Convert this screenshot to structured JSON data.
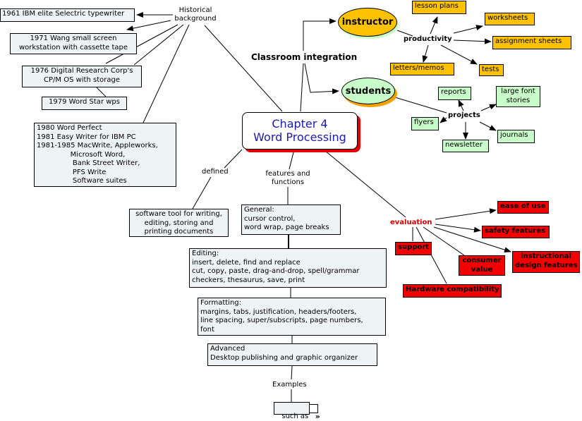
{
  "title": {
    "line1": "Chapter 4",
    "line2": "Word Processing"
  },
  "colors": {
    "instructor": "#fec200",
    "students": "#c8fcc8",
    "evaluation": "#f40000",
    "neutral_box": "#eef3f5",
    "title_text": "#1a1ab4"
  },
  "historical": {
    "label": "Historical\nbackground",
    "items": [
      "1961 IBM elite Selectric typewriter",
      "1971 Wang small screen\nworkstation with cassette tape",
      "1976 Digital Research Corp's\nCP/M OS with storage",
      "1979 Word Star wps",
      "1980 Word Perfect\n1981 Easy Writer for IBM PC\n1981-1985 MacWrite, Appleworks,\n               Microsoft Word,\n                Bank Street Writer,\n                PFS Write\n                Software suites"
    ]
  },
  "classroom": {
    "label": "Classroom integration",
    "instructor": {
      "label": "instructor",
      "sub_label": "productivity",
      "items": [
        "lesson plans",
        "worksheets",
        "assignment sheets",
        "tests",
        "letters/memos"
      ]
    },
    "students": {
      "label": "students",
      "sub_label": "projects",
      "items": [
        "reports",
        "large font\nstories",
        "journals",
        "newsletter",
        "flyers"
      ]
    }
  },
  "defined": {
    "label": "defined",
    "text": "software tool for writing,\nediting, storing and\nprinting documents"
  },
  "features": {
    "label": "features and\nfunctions",
    "items": [
      "General:\ncursor control,\nword wrap, page breaks",
      "Editing:\ninsert, delete, find and replace\ncut, copy, paste, drag-and-drop, spell/grammar\ncheckers, thesaurus, save, print",
      "Formatting:\nmargins, tabs, justification, headers/footers,\nline spacing, super/subscripts, page numbers,\nfont",
      "Advanced\nDesktop publishing and graphic organizer"
    ],
    "examples_label": "Examples",
    "such_as_label": "such as",
    "expand_glyph": "»"
  },
  "evaluation": {
    "label": "evaluation",
    "items": [
      "ease of use",
      "safety features",
      "instructional\ndesign features",
      "consumer\nvalue",
      "support",
      "Hardware compatibility"
    ]
  }
}
